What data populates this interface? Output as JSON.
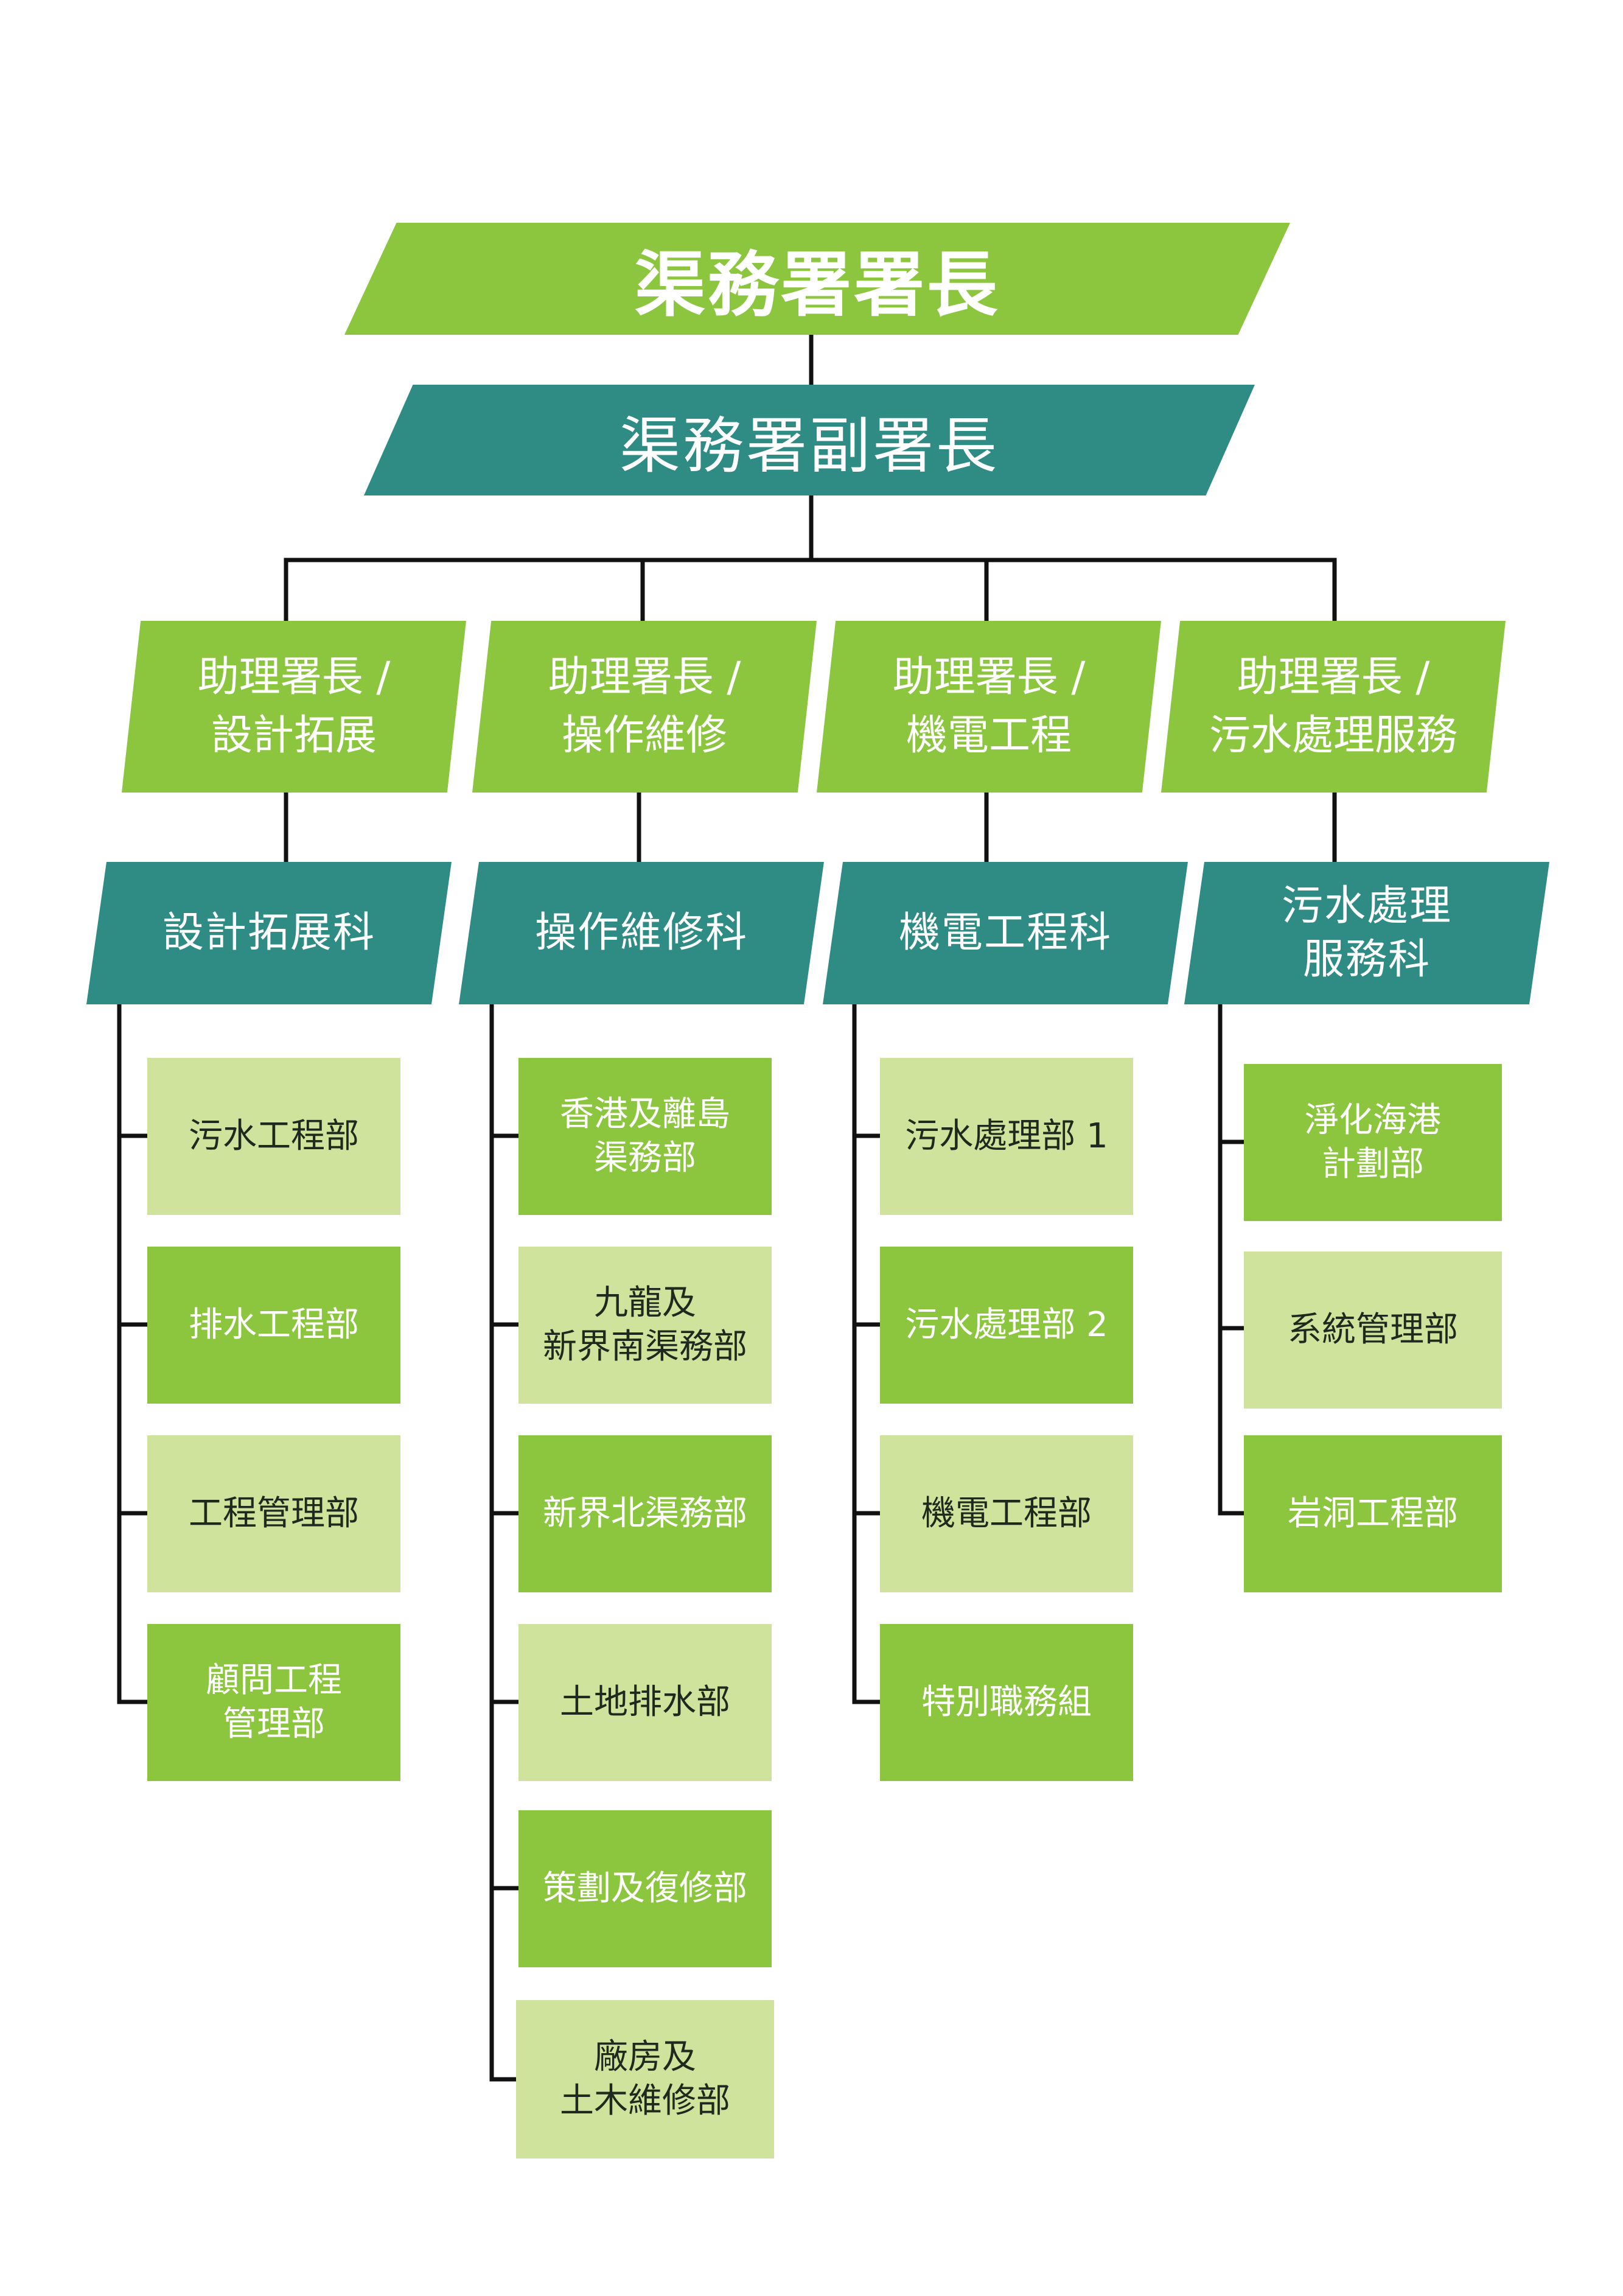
{
  "director": "渠務署署長",
  "deputy_director": "渠務署副署長",
  "assistant_directors": [
    "助理署長 /\n設計拓展",
    "助理署長 /\n操作維修",
    "助理署長 /\n機電工程",
    "助理署長 /\n污水處理服務"
  ],
  "branches": [
    "設計拓展科",
    "操作維修科",
    "機電工程科",
    "污水處理\n服務科"
  ],
  "divisions": {
    "design": [
      "污水工程部",
      "排水工程部",
      "工程管理部",
      "顧問工程\n管理部"
    ],
    "operations": [
      "香港及離島\n渠務部",
      "九龍及\n新界南渠務部",
      "新界北渠務部",
      "土地排水部",
      "策劃及復修部",
      "廠房及\n土木維修部"
    ],
    "electrical": [
      "污水處理部 1",
      "污水處理部 2",
      "機電工程部",
      "特別職務組"
    ],
    "sewage": [
      "淨化海港\n計劃部",
      "系統管理部",
      "岩洞工程部"
    ]
  },
  "colors": {
    "bright_green": "#8cc63f",
    "teal": "#2f8c85",
    "pale_green": "#d0e39c",
    "connector": "#111111"
  }
}
